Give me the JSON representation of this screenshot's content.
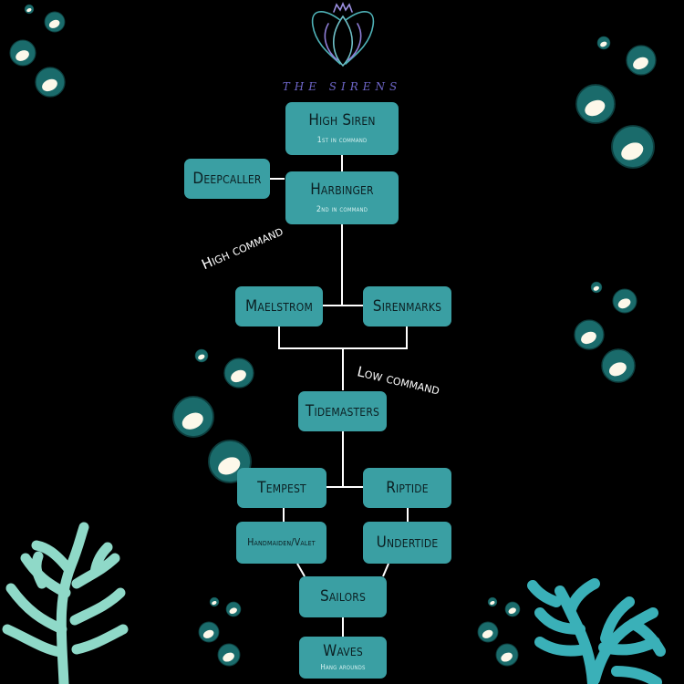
{
  "title": "THE SIRENS",
  "labels": {
    "high_command": "High command",
    "low_command": "Low command"
  },
  "nodes": {
    "high_siren": {
      "label": "High Siren",
      "sub": "1st in command"
    },
    "harbinger": {
      "label": "Harbinger",
      "sub": "2nd in command"
    },
    "deepcaller": {
      "label": "Deepcaller"
    },
    "maelstrom": {
      "label": "Maelstrom"
    },
    "sirenmarks": {
      "label": "Sirenmarks"
    },
    "tidemasters": {
      "label": "Tidemasters"
    },
    "tempest": {
      "label": "Tempest"
    },
    "riptide": {
      "label": "Riptide"
    },
    "handmaiden": {
      "label": "Handmaiden/Valet"
    },
    "undertide": {
      "label": "Undertide"
    },
    "sailors": {
      "label": "Sailors"
    },
    "waves": {
      "label": "Waves",
      "sub": "Hang arounds"
    }
  },
  "colors": {
    "node": "#3a9fa3",
    "bubble": "#1a6b6b",
    "coral_left": "#8fd9c8",
    "coral_right": "#3ab0b8",
    "title": "#6e66c8"
  },
  "icons": {
    "logo": "siren-crown-logo",
    "bubbles": "bubble-icon",
    "coral": "coral-icon"
  }
}
